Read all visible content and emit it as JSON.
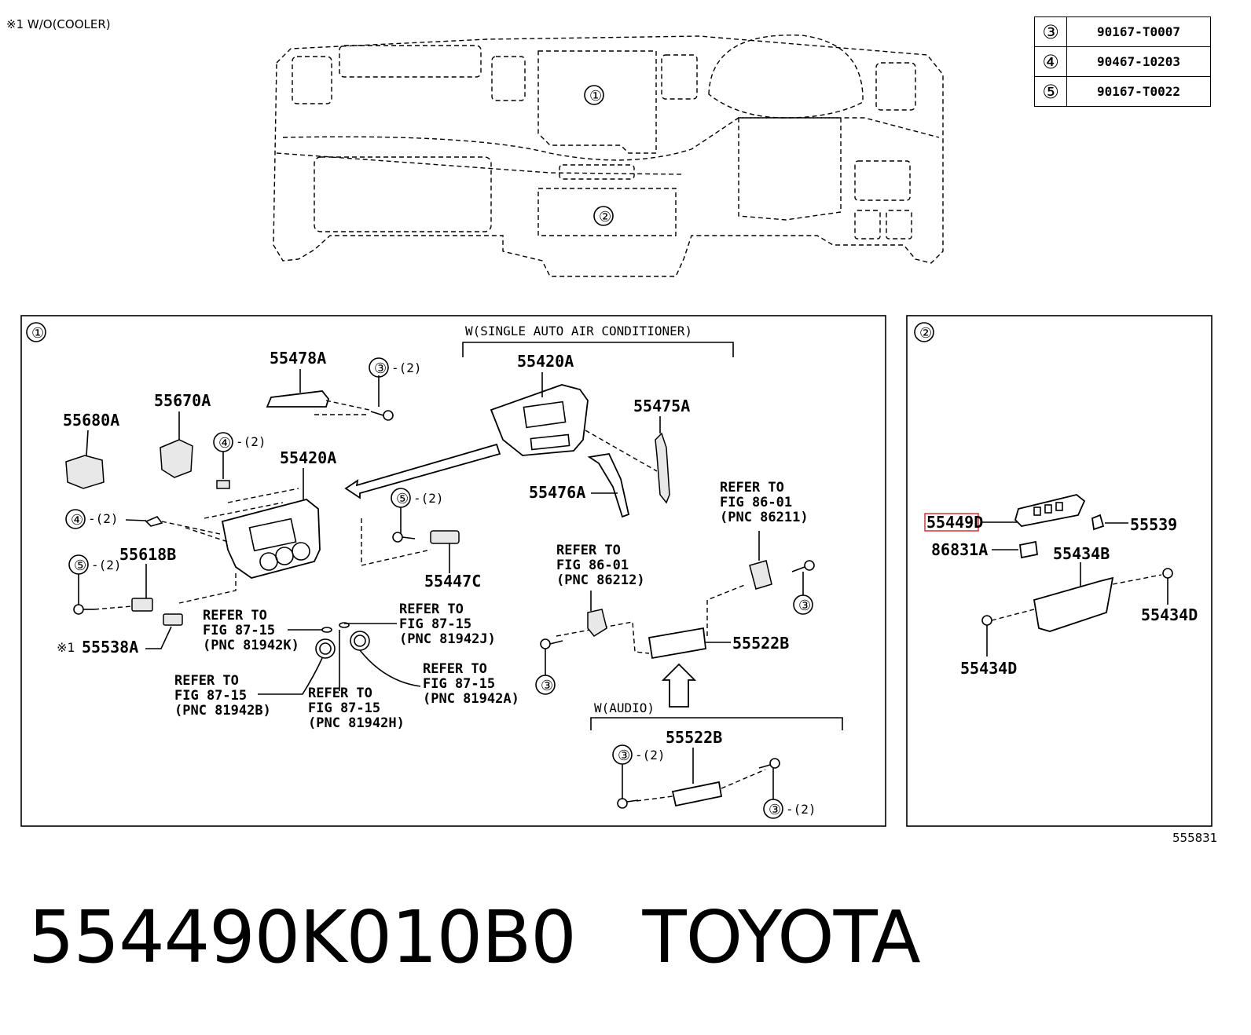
{
  "note": "※1 W/O(COOLER)",
  "parts_table": [
    {
      "ref": "③",
      "part": "90167-T0007"
    },
    {
      "ref": "④",
      "part": "90467-10203"
    },
    {
      "ref": "⑤",
      "part": "90167-T0022"
    }
  ],
  "overview": {
    "callout_1": "①",
    "callout_2": "②"
  },
  "panel1": {
    "badge": "①",
    "section_single_ac": "W(SINGLE AUTO AIR CONDITIONER)",
    "section_audio": "W(AUDIO)",
    "labels": {
      "p55478A": "55478A",
      "p55670A": "55670A",
      "p55680A": "55680A",
      "p55420A_left": "55420A",
      "p55420A_top": "55420A",
      "p55475A": "55475A",
      "p55476A": "55476A",
      "p55447C": "55447C",
      "p55618B": "55618B",
      "p55538A": "55538A",
      "p55538A_mark": "※1",
      "p55522B_mid": "55522B",
      "p55522B_audio": "55522B"
    },
    "qty": "-(2)",
    "refs": {
      "r86211": [
        "REFER TO",
        "FIG 86-01",
        "(PNC 86211)"
      ],
      "r86212": [
        "REFER TO",
        "FIG 86-01",
        "(PNC 86212)"
      ],
      "r81942K": [
        "REFER TO",
        "FIG 87-15",
        "(PNC 81942K)"
      ],
      "r81942J": [
        "REFER TO",
        "FIG 87-15",
        "(PNC 81942J)"
      ],
      "r81942A": [
        "REFER TO",
        "FIG 87-15",
        "(PNC 81942A)"
      ],
      "r81942B": [
        "REFER TO",
        "FIG 87-15",
        "(PNC 81942B)"
      ],
      "r81942H": [
        "REFER TO",
        "FIG 87-15",
        "(PNC 81942H)"
      ]
    },
    "circle3": "③",
    "circle4": "④",
    "circle5": "⑤"
  },
  "panel2": {
    "badge": "②",
    "labels": {
      "p55449D": "55449D",
      "p55539": "55539",
      "p86831A": "86831A",
      "p55434B": "55434B",
      "p55434D_right": "55434D",
      "p55434D_left": "55434D"
    },
    "highlight_color": "#e03030"
  },
  "figure_code": "555831",
  "part_number": "554490K010B0",
  "brand": "TOYOTA"
}
